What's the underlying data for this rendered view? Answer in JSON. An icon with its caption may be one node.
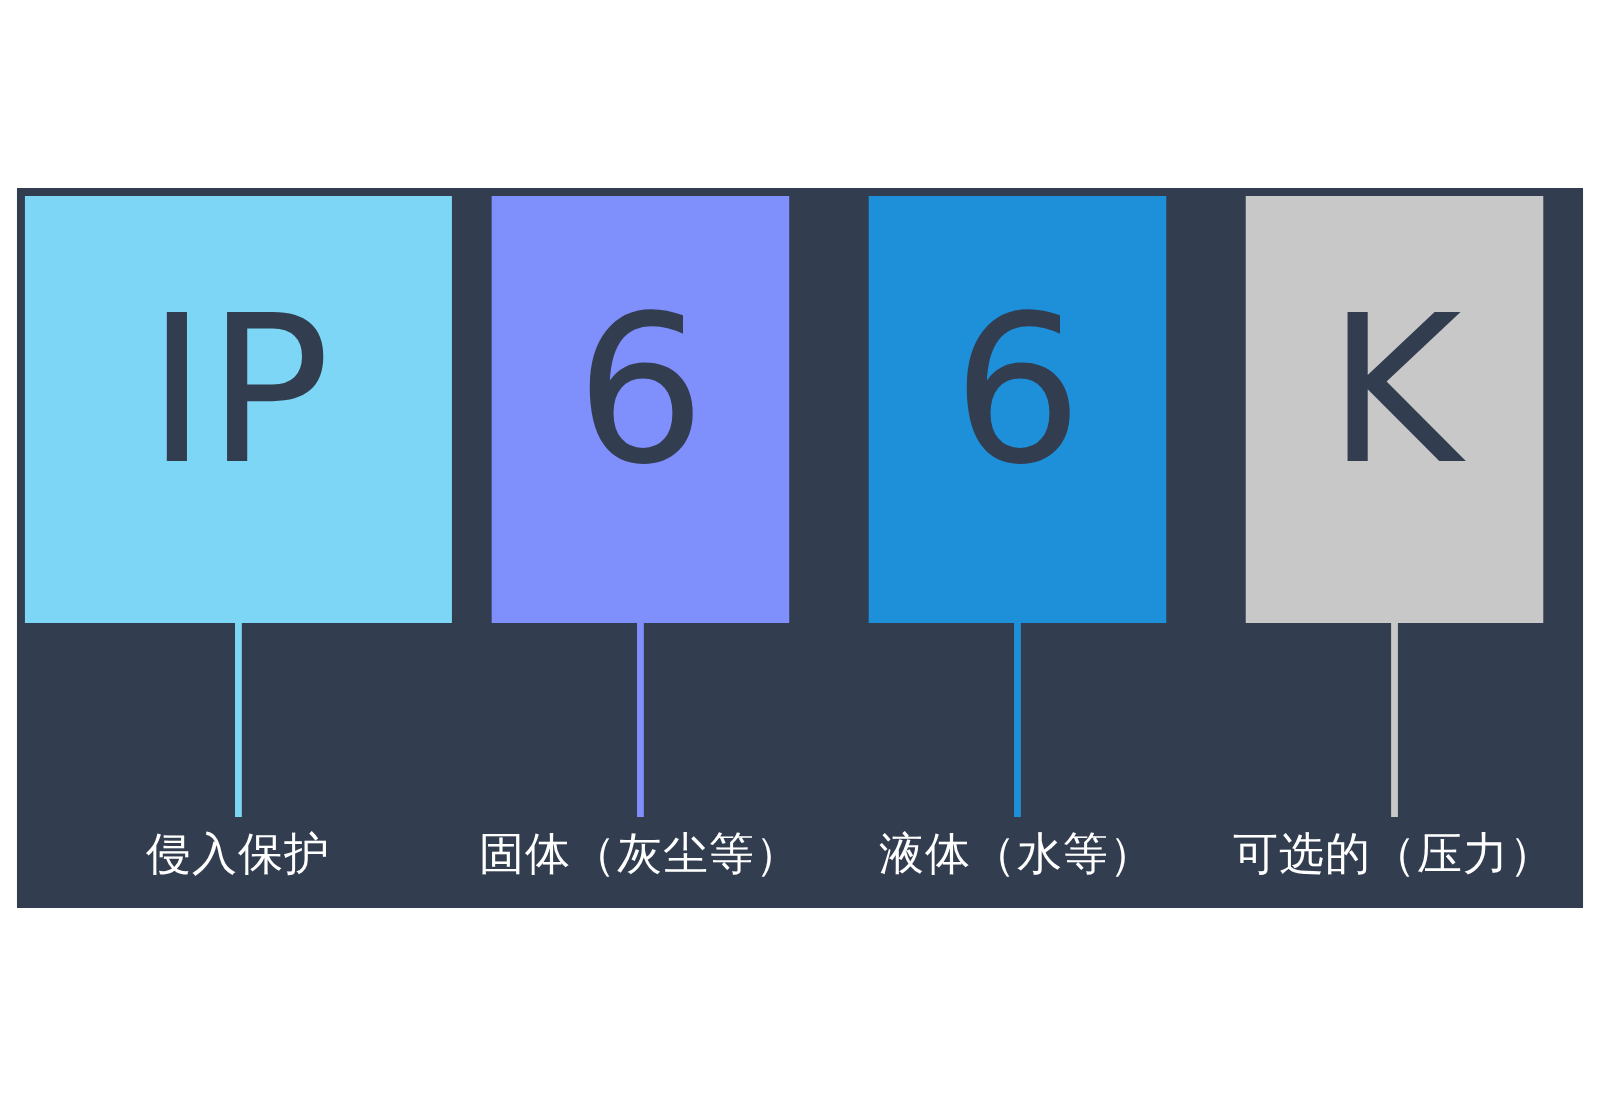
{
  "diagram": {
    "nodes": [
      {
        "text": [
          "IP"
        ]
      },
      {
        "text": [
          "6"
        ]
      },
      {
        "text": [
          "6"
        ]
      },
      {
        "text": [
          "K"
        ]
      },
      {
        "text": [
          "侵入保护"
        ]
      },
      {
        "text": [
          "固体（灰尘等）"
        ]
      },
      {
        "text": [
          "液体（水等）"
        ]
      },
      {
        "text": [
          "可选的（压力）"
        ]
      }
    ],
    "edges": [
      {
        "from": 0,
        "to": 4,
        "arrow": "none",
        "color": "#7dd6f5"
      },
      {
        "from": 1,
        "to": 5,
        "arrow": "none",
        "color": "#7f8ffc"
      },
      {
        "from": 2,
        "to": 6,
        "arrow": "none",
        "color": "#1e90d9"
      },
      {
        "from": 3,
        "to": 7,
        "arrow": "none",
        "color": "#c8c8c8"
      }
    ]
  }
}
